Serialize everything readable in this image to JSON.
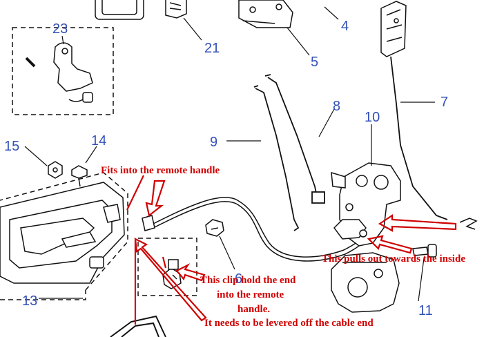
{
  "part_labels": [
    "23",
    "21",
    "5",
    "4",
    "7",
    "8",
    "10",
    "9",
    "15",
    "14",
    "13",
    "11",
    "6"
  ],
  "annotations": {
    "remote_handle": "Fits into the remote handle",
    "pulls_out": "This pulls out towards the inside",
    "clip_line1": "This clip hold the end",
    "clip_line2": "into the remote",
    "clip_line3": "handle.",
    "lever_off": "It needs to be levered off the cable end"
  },
  "colors": {
    "line": "#111111",
    "label": "#3350b8",
    "annotation": "#d00000"
  }
}
